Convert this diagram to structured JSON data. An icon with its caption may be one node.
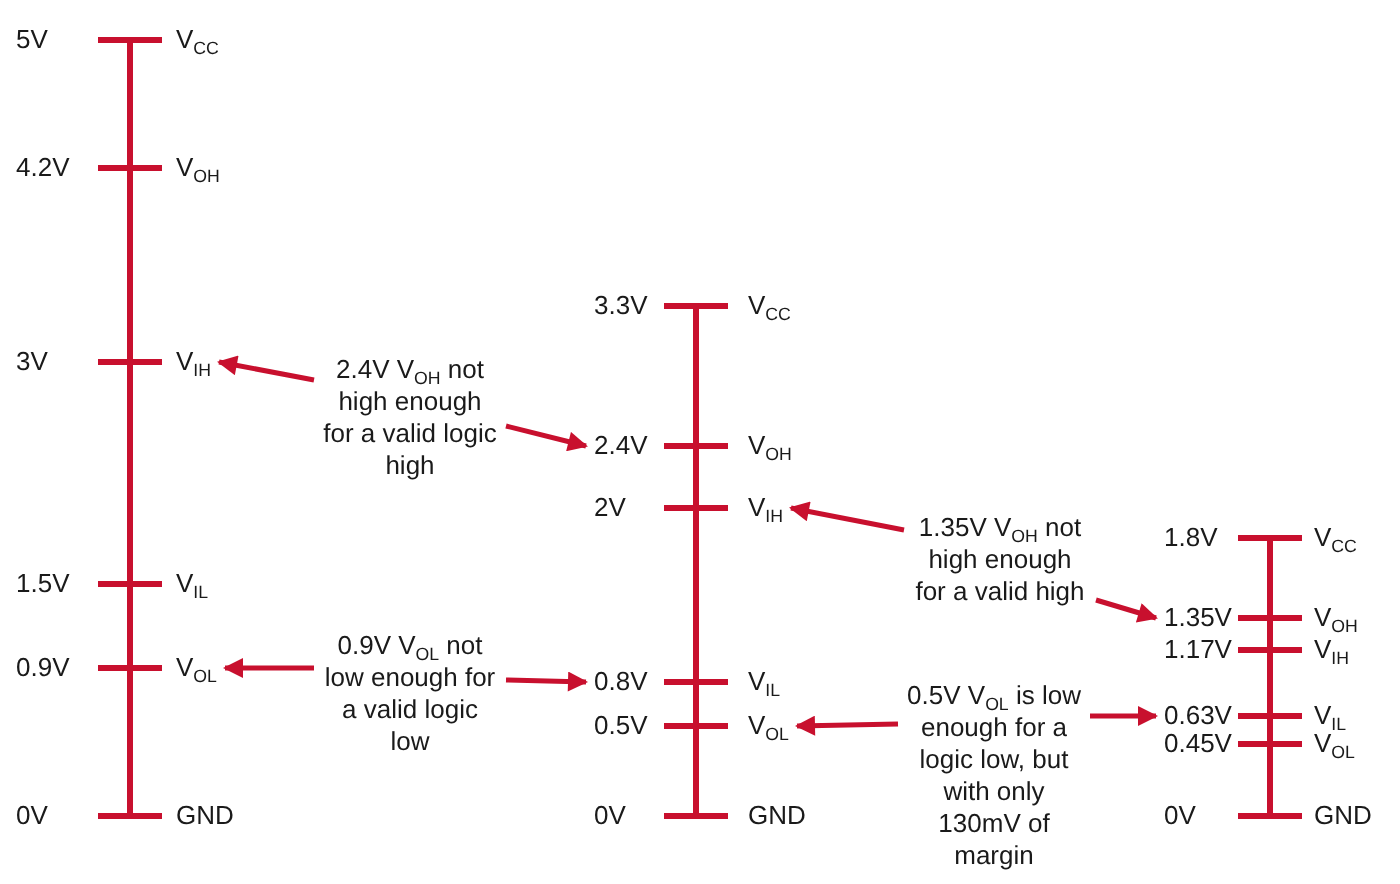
{
  "diagram": {
    "nodes": [
      {
        "text": [
          "V$_{IH}$"
        ]
      },
      {
        "text": [
          "2.4V V$_{OH}$ not high enough for a valid logic high"
        ]
      },
      {
        "text": [
          "2.4V"
        ]
      },
      {
        "text": [
          "V$_{IH}$"
        ]
      },
      {
        "text": [
          "1.35V V$_{OH}$ not high enough for a valid high"
        ]
      },
      {
        "text": [
          "1.35V"
        ]
      },
      {
        "text": [
          "V$_{OL}$"
        ]
      },
      {
        "text": [
          "0.9V V$_{OL}$ not low enough for a valid logic low"
        ]
      },
      {
        "text": [
          "0.8V"
        ]
      },
      {
        "text": [
          "V$_{OL}$"
        ]
      },
      {
        "text": [
          "0.5V V$_{OL}$ is low enough for a logic low, but with only 130mV of margin"
        ]
      },
      {
        "text": [
          "0.63V"
        ]
      }
    ],
    "edges": [
      {
        "from": 1,
        "to": 0,
        "arrow": "to"
      },
      {
        "from": 1,
        "to": 2,
        "arrow": "to"
      },
      {
        "from": 4,
        "to": 3,
        "arrow": "to"
      },
      {
        "from": 4,
        "to": 5,
        "arrow": "to"
      },
      {
        "from": 7,
        "to": 6,
        "arrow": "to"
      },
      {
        "from": 7,
        "to": 8,
        "arrow": "to"
      },
      {
        "from": 10,
        "to": 9,
        "arrow": "to"
      },
      {
        "from": 10,
        "to": 11,
        "arrow": "to"
      }
    ],
    "labels": [
      "5V",
      "V$_{CC}$",
      "4.2V",
      "V$_{OH}$",
      "3V",
      "1.5V",
      "V$_{IL}$",
      "0.9V",
      "0V",
      "GND",
      "3.3V",
      "V$_{CC}$",
      "V$_{OH}$",
      "2V",
      "V$_{IL}$",
      "0.5V",
      "0V",
      "GND",
      "1.8V",
      "V$_{CC}$",
      "V$_{OH}$",
      "1.17V",
      "V$_{IH}$",
      "V$_{IL}$",
      "0.45V",
      "V$_{OL}$",
      "0V",
      "GND"
    ]
  }
}
